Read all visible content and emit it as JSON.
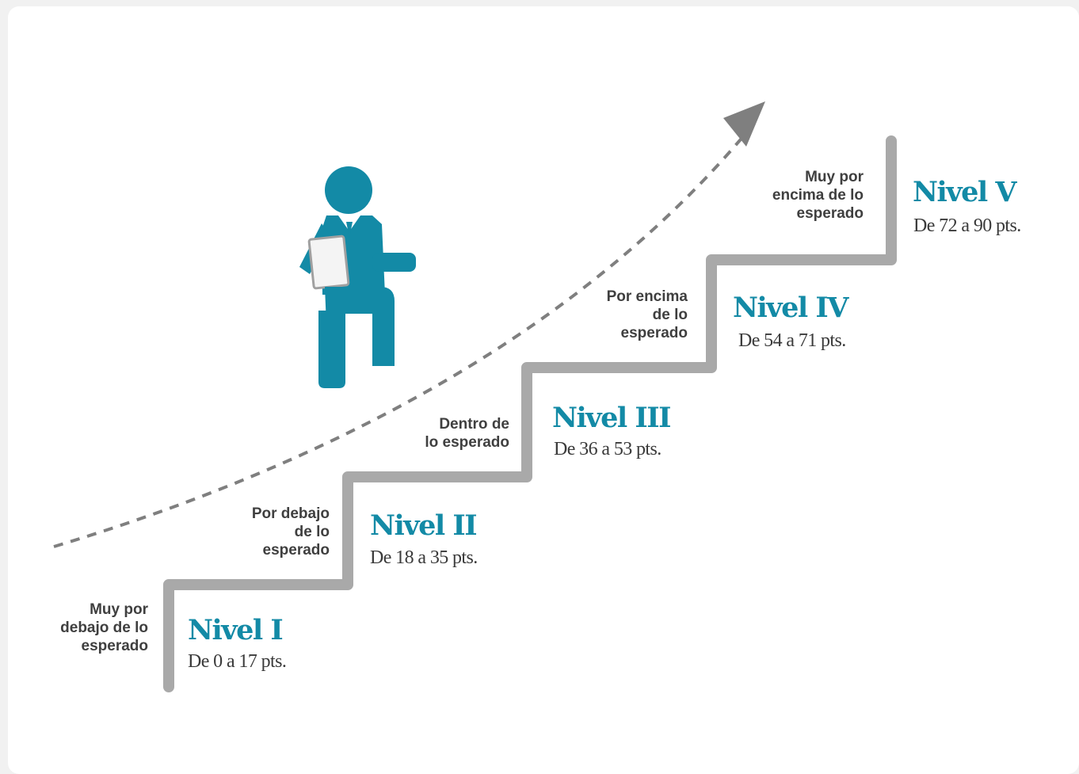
{
  "levels": [
    {
      "description": "Muy por\ndebajo de lo\nesperado",
      "title": "Nivel I",
      "range": "De 0 a 17 pts."
    },
    {
      "description": "Por debajo\nde lo\nesperado",
      "title": "Nivel II",
      "range": "De 18 a 35 pts."
    },
    {
      "description": "Dentro de\nlo esperado",
      "title": "Nivel III",
      "range": "De 36 a 53 pts."
    },
    {
      "description": "Por encima\nde lo\nesperado",
      "title": "Nivel IV",
      "range": "De 54 a 71 pts."
    },
    {
      "description": "Muy por\nencima de lo\nesperado",
      "title": "Nivel V",
      "range": "De 72 a 90 pts."
    }
  ],
  "colors": {
    "accent": "#138aa6",
    "stairs": "#a9a9a9",
    "arrow": "#7f7f7f",
    "text": "#3f3f3f"
  },
  "icons": {
    "figure": "person-with-clipboard-climbing-icon",
    "arrow": "dashed-progress-arrow-icon"
  }
}
